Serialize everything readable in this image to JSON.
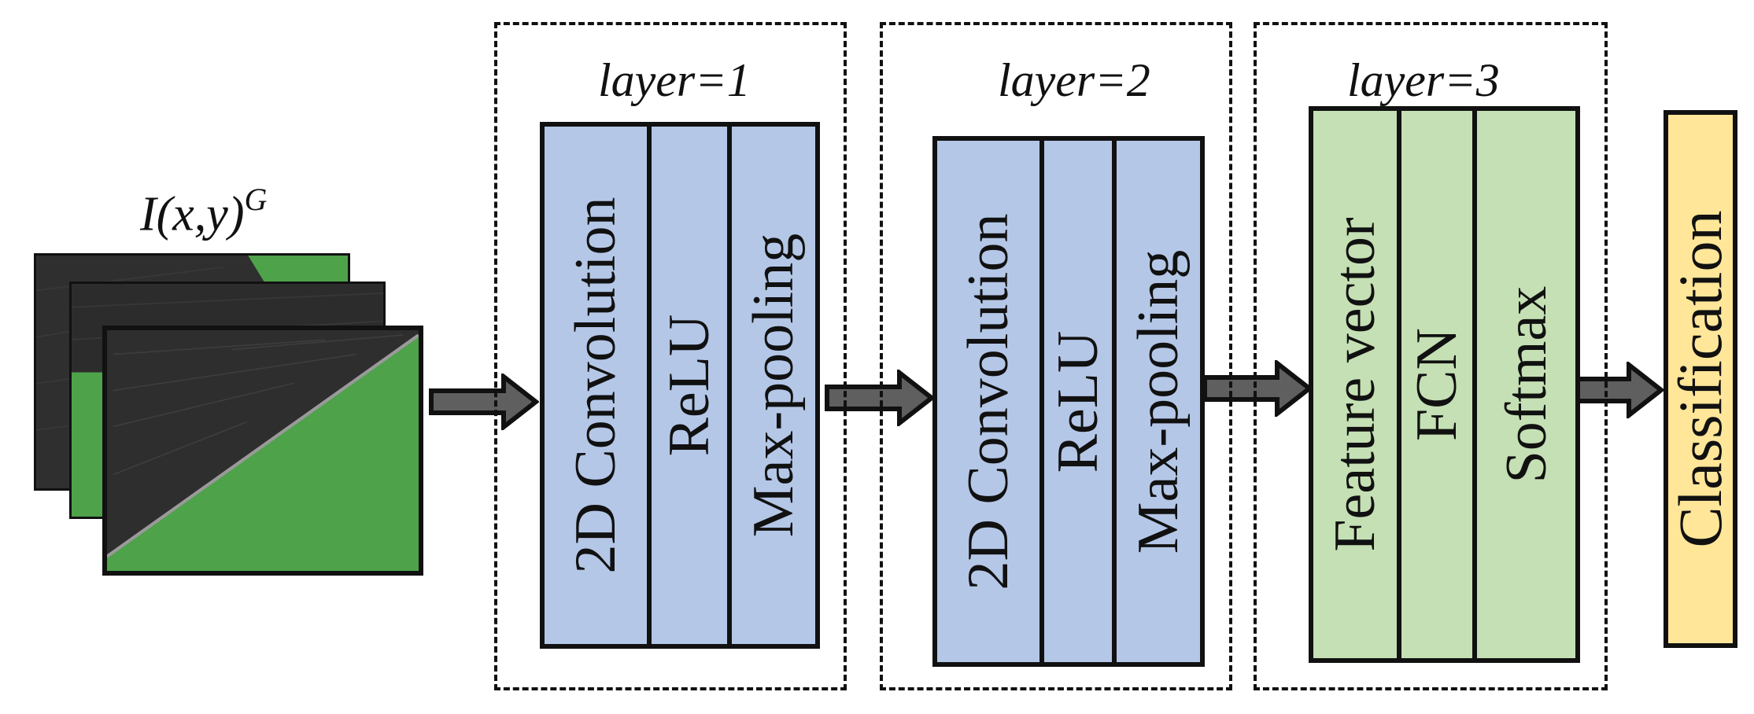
{
  "colors": {
    "conv_block_fill": "#b4c7e7",
    "dense_block_fill": "#c5e0b4",
    "output_fill": "#ffe699",
    "image_green": "#4ea24a",
    "image_dark": "#2e2e2e",
    "stroke": "#111111"
  },
  "input": {
    "label_main": "I(x,y)",
    "label_sup": "G",
    "image_count": 3
  },
  "layers": [
    {
      "label": "layer=1",
      "ops": [
        "2D Convolution",
        "ReLU",
        "Max-pooling"
      ]
    },
    {
      "label": "layer=2",
      "ops": [
        "2D Convolution",
        "ReLU",
        "Max-pooling"
      ]
    },
    {
      "label": "layer=3",
      "ops": [
        "Feature vector",
        "FCN",
        "Softmax"
      ]
    }
  ],
  "output": {
    "label": "Classification"
  },
  "icons": [
    "flow-arrow-icon"
  ]
}
